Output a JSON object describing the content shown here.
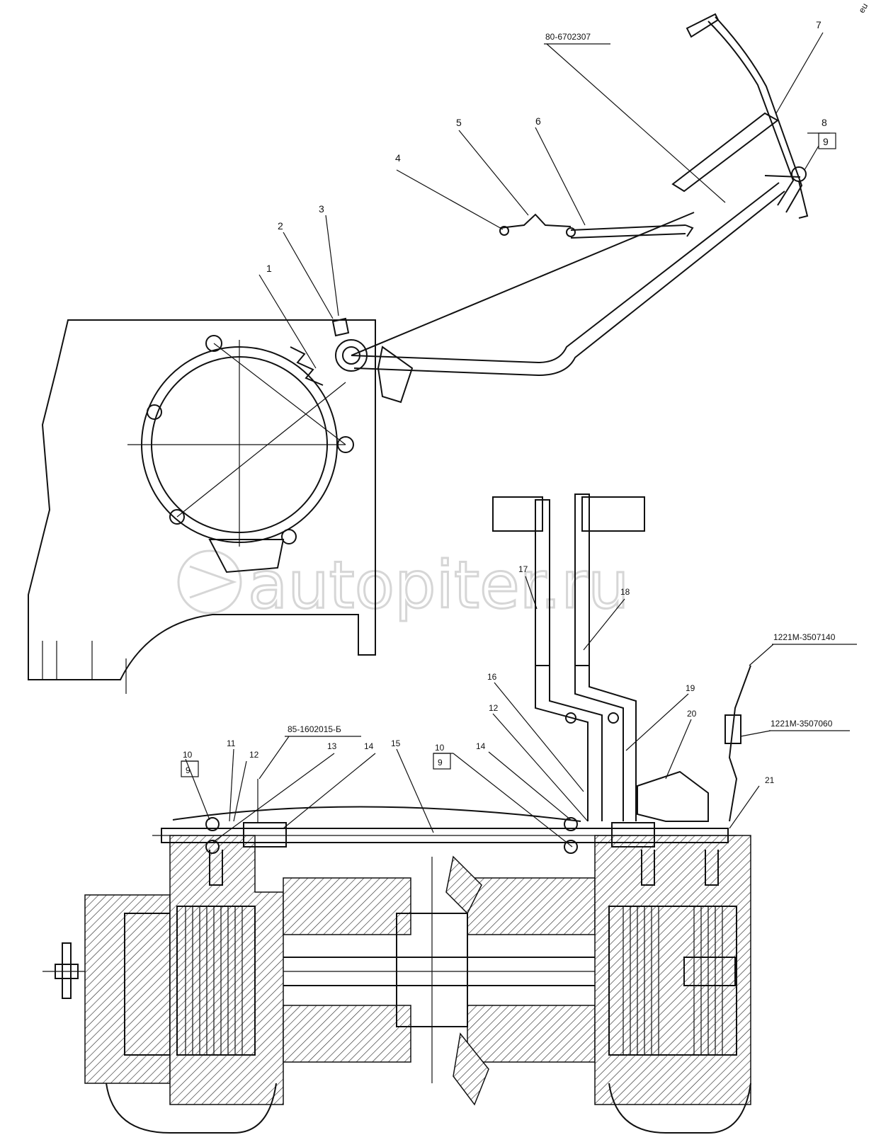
{
  "callouts": {
    "c1": "1",
    "c2": "2",
    "c3": "3",
    "c4": "4",
    "c5": "5",
    "c6": "6",
    "c7": "7",
    "c8": "8",
    "c9a": "9",
    "c10a": "10",
    "c9b": "9",
    "c11": "11",
    "c12a": "12",
    "c13": "13",
    "c14a": "14",
    "c15": "15",
    "c10b": "10",
    "c9c": "9",
    "c14b": "14",
    "c16": "16",
    "c12b": "12",
    "c17": "17",
    "c18": "18",
    "c19": "19",
    "c20": "20",
    "c21": "21"
  },
  "part_numbers": {
    "top": "80-6702307",
    "left": "85-1602015-Б",
    "right_upper": "1221М-3507140",
    "right_lower": "1221М-3507060"
  },
  "watermark": "autopiter.ru",
  "corner_mark": "eu"
}
